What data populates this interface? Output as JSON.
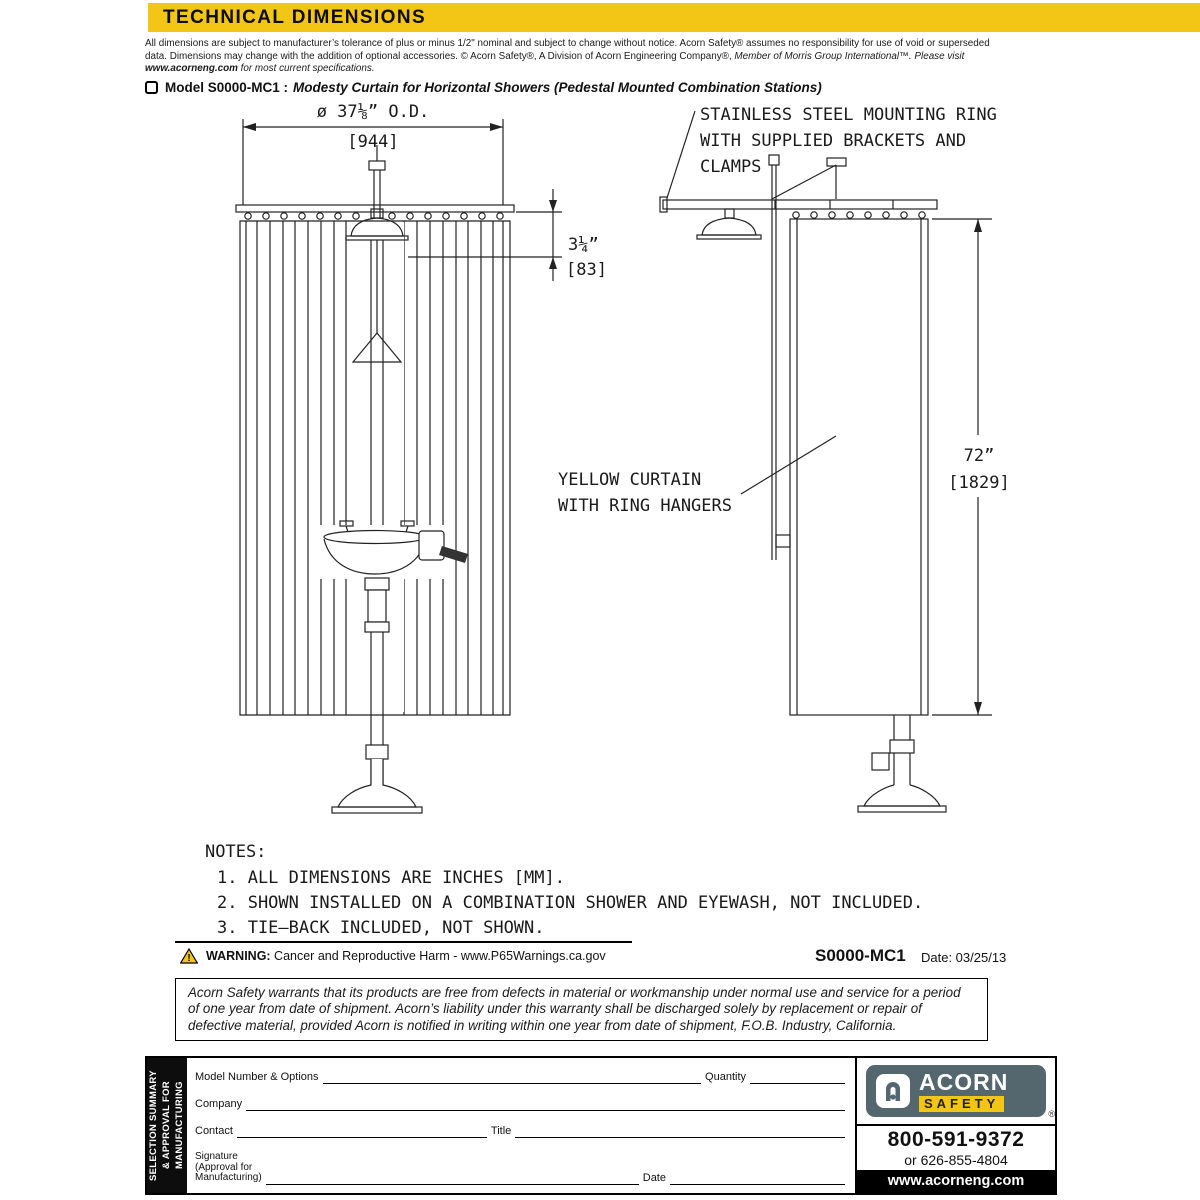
{
  "theme": {
    "accent_yellow": "#f3c515",
    "logo_slate": "#54676f"
  },
  "header": {
    "title": "TECHNICAL DIMENSIONS"
  },
  "disclaimer": {
    "line1": "All dimensions are subject to manufacturer’s tolerance of plus or minus 1/2\" nominal and subject to change without notice. Acorn Safety® assumes no responsibility for use of void or superseded",
    "line2a": "data. Dimensions may change with the addition of optional accessories. © Acorn Safety®, A Division of Acorn Engineering Company®, ",
    "line2b": "Member of Morris Group International™. Please visit",
    "site": "www.acorneng.com",
    "line3_rest": " for most current specifications."
  },
  "model_line": {
    "label": "Model S0000-MC1 :",
    "description": "Modesty Curtain for Horizontal Showers (Pedestal Mounted Combination Stations)"
  },
  "drawing": {
    "dim_od": "ø 37⅛” O.D.",
    "dim_od_mm": "[944]",
    "dim_offset": "3¼”",
    "dim_offset_mm": "[83]",
    "dim_height": "72”",
    "dim_height_mm": "[1829]",
    "label_ring_1": "STAINLESS STEEL MOUNTING RING",
    "label_ring_2": "WITH SUPPLIED BRACKETS AND",
    "label_ring_3": "CLAMPS",
    "label_curtain_1": "YELLOW CURTAIN",
    "label_curtain_2": "WITH RING HANGERS"
  },
  "notes": {
    "title": "NOTES:",
    "items": [
      "1.  ALL DIMENSIONS ARE INCHES [MM].",
      "2.  SHOWN INSTALLED ON A COMBINATION SHOWER AND EYEWASH, NOT INCLUDED.",
      "3.  TIE–BACK INCLUDED, NOT SHOWN."
    ]
  },
  "warning": {
    "prefix": "WARNING:",
    "text": " Cancer and Reproductive Harm - www.P65Warnings.ca.gov"
  },
  "doc_meta": {
    "model_number": "S0000-MC1",
    "date": "Date: 03/25/13"
  },
  "warranty": "Acorn Safety warrants that its products are free from defects in material or workmanship under normal use and service for a period of one year from date of shipment. Acorn’s liability under this warranty shall be discharged solely by replacement or repair of defective material, provided Acorn is notified in writing within one year from date of shipment, F.O.B. Industry, California.",
  "form": {
    "sidebar_line1": "SELECTION SUMMARY",
    "sidebar_line2": "& APPROVAL FOR",
    "sidebar_line3": "MANUFACTURING",
    "fields": {
      "model_number": "Model Number & Options",
      "quantity": "Quantity",
      "company": "Company",
      "contact": "Contact",
      "title": "Title",
      "signature_1": "Signature",
      "signature_2": "(Approval for",
      "signature_3": "Manufacturing)",
      "date": "Date"
    }
  },
  "brand": {
    "name": "ACORN",
    "sub": "SAFETY",
    "reg": "®",
    "phone_main": "800-591-9372",
    "phone_alt": "or 626-855-4804",
    "website": "www.acorneng.com"
  }
}
